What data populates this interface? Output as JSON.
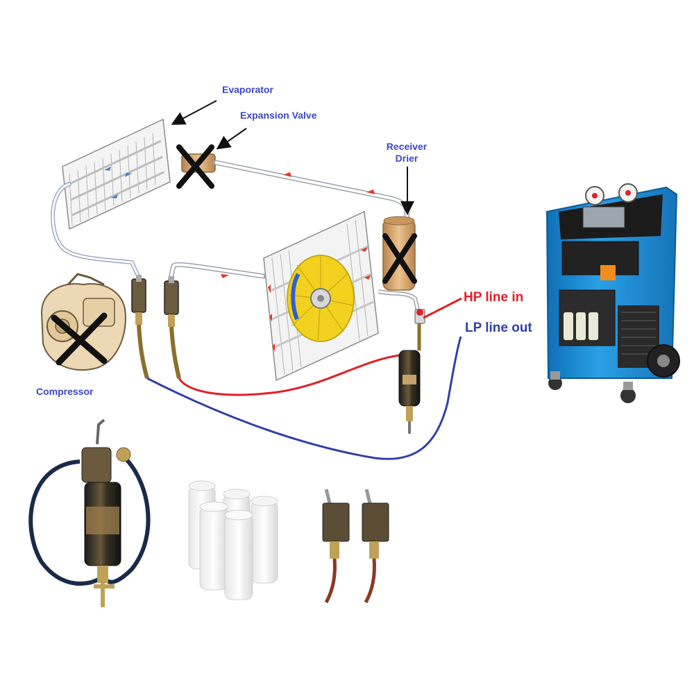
{
  "labels": {
    "evaporator": "Evaporator",
    "expansion_valve": "Expansion Valve",
    "receiver_drier_line1": "Receiver",
    "receiver_drier_line2": "Drier",
    "compressor": "Compressor",
    "hp_line": "HP line in",
    "lp_line": "LP line out"
  },
  "colors": {
    "label_blue": "#3a47c8",
    "hp_red": "#e21f26",
    "lp_blue": "#2f3fa8",
    "machine_blue": "#1e8fd8",
    "fan_yellow": "#f2d21e",
    "component_tan": "#d9a86c"
  }
}
